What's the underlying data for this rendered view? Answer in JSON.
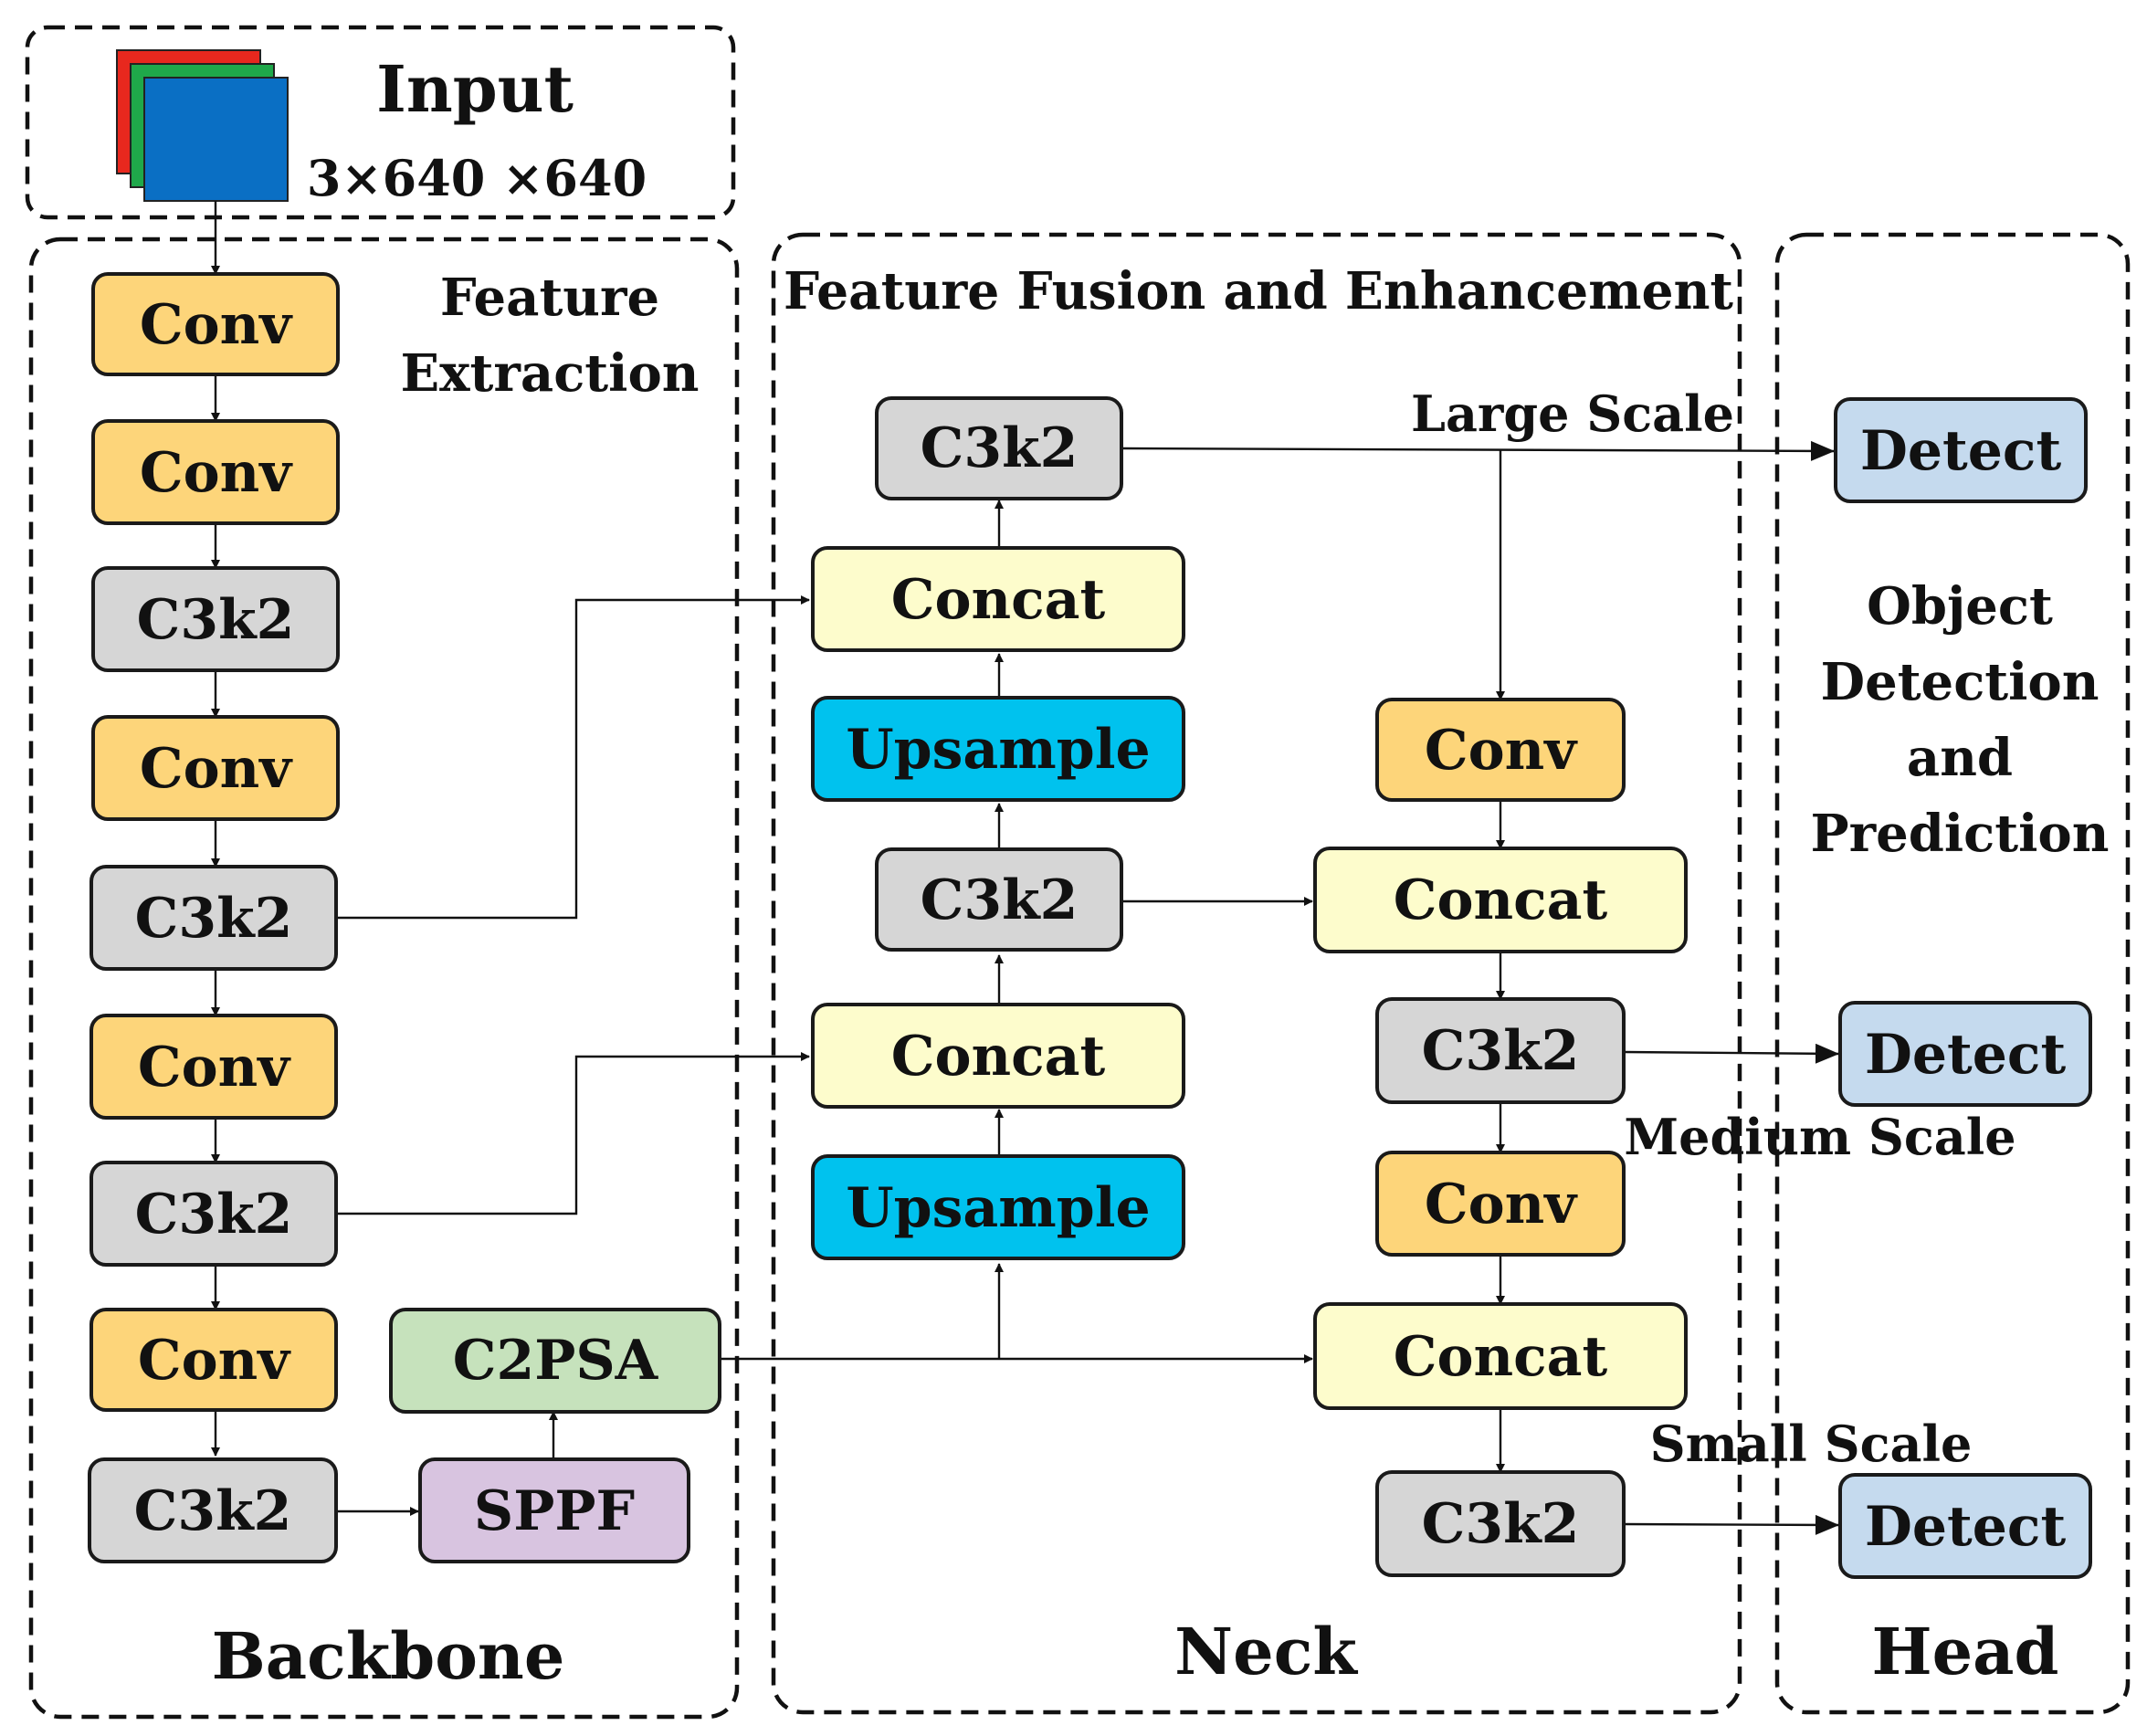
{
  "input": {
    "title": "Input",
    "shape": "3×640 ×640",
    "image_colors": [
      "#e8281e",
      "#1fa84a",
      "#0a6fc4"
    ]
  },
  "panels": {
    "backbone": {
      "title": "Feature Extraction",
      "label": "Backbone"
    },
    "neck": {
      "title": "Feature Fusion and Enhancement",
      "label": "Neck"
    },
    "head": {
      "title": "Object Detection and Prediction",
      "label": "Head"
    }
  },
  "scales": {
    "large": "Large Scale",
    "medium": "Medium Scale",
    "small": "Small Scale"
  },
  "block_colors": {
    "Conv": "#fdd57a",
    "C3k2": "#d6d6d6",
    "Concat": "#fdfccc",
    "Upsample": "#00c2ee",
    "C2PSA": "#c6e2bc",
    "SPPF": "#d8c4e0",
    "Detect": "#c5daee"
  },
  "blocks": {
    "bb_conv1": "Conv",
    "bb_conv2": "Conv",
    "bb_c3k2_1": "C3k2",
    "bb_conv3": "Conv",
    "bb_c3k2_2": "C3k2",
    "bb_conv4": "Conv",
    "bb_c3k2_3": "C3k2",
    "bb_conv5": "Conv",
    "bb_c3k2_4": "C3k2",
    "bb_sppf": "SPPF",
    "bb_c2psa": "C2PSA",
    "nk_c3k2_top": "C3k2",
    "nk_concat1": "Concat",
    "nk_upsample1": "Upsample",
    "nk_c3k2_mid": "C3k2",
    "nk_concat2": "Concat",
    "nk_upsample2": "Upsample",
    "nk_conv1": "Conv",
    "nk_concat3": "Concat",
    "nk_c3k2_r1": "C3k2",
    "nk_conv2": "Conv",
    "nk_concat4": "Concat",
    "nk_c3k2_r2": "C3k2",
    "hd_detect_large": "Detect",
    "hd_detect_medium": "Detect",
    "hd_detect_small": "Detect"
  }
}
